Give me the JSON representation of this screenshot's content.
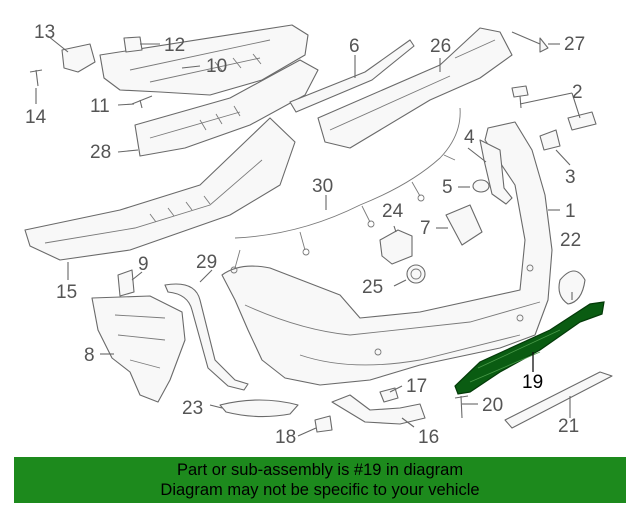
{
  "callouts": [
    "1",
    "2",
    "3",
    "4",
    "5",
    "6",
    "7",
    "8",
    "9",
    "10",
    "11",
    "12",
    "13",
    "14",
    "15",
    "16",
    "17",
    "18",
    "19",
    "20",
    "21",
    "22",
    "23",
    "24",
    "25",
    "26",
    "27",
    "28",
    "29",
    "30"
  ],
  "highlighted_part": "19",
  "colors": {
    "highlight": "#0a5c12",
    "banner": "#1d8a1d",
    "line": "#6a6a6a"
  },
  "banner": {
    "line1": "Part or sub-assembly is #19 in diagram",
    "line2": "Diagram may not be specific to your vehicle"
  }
}
